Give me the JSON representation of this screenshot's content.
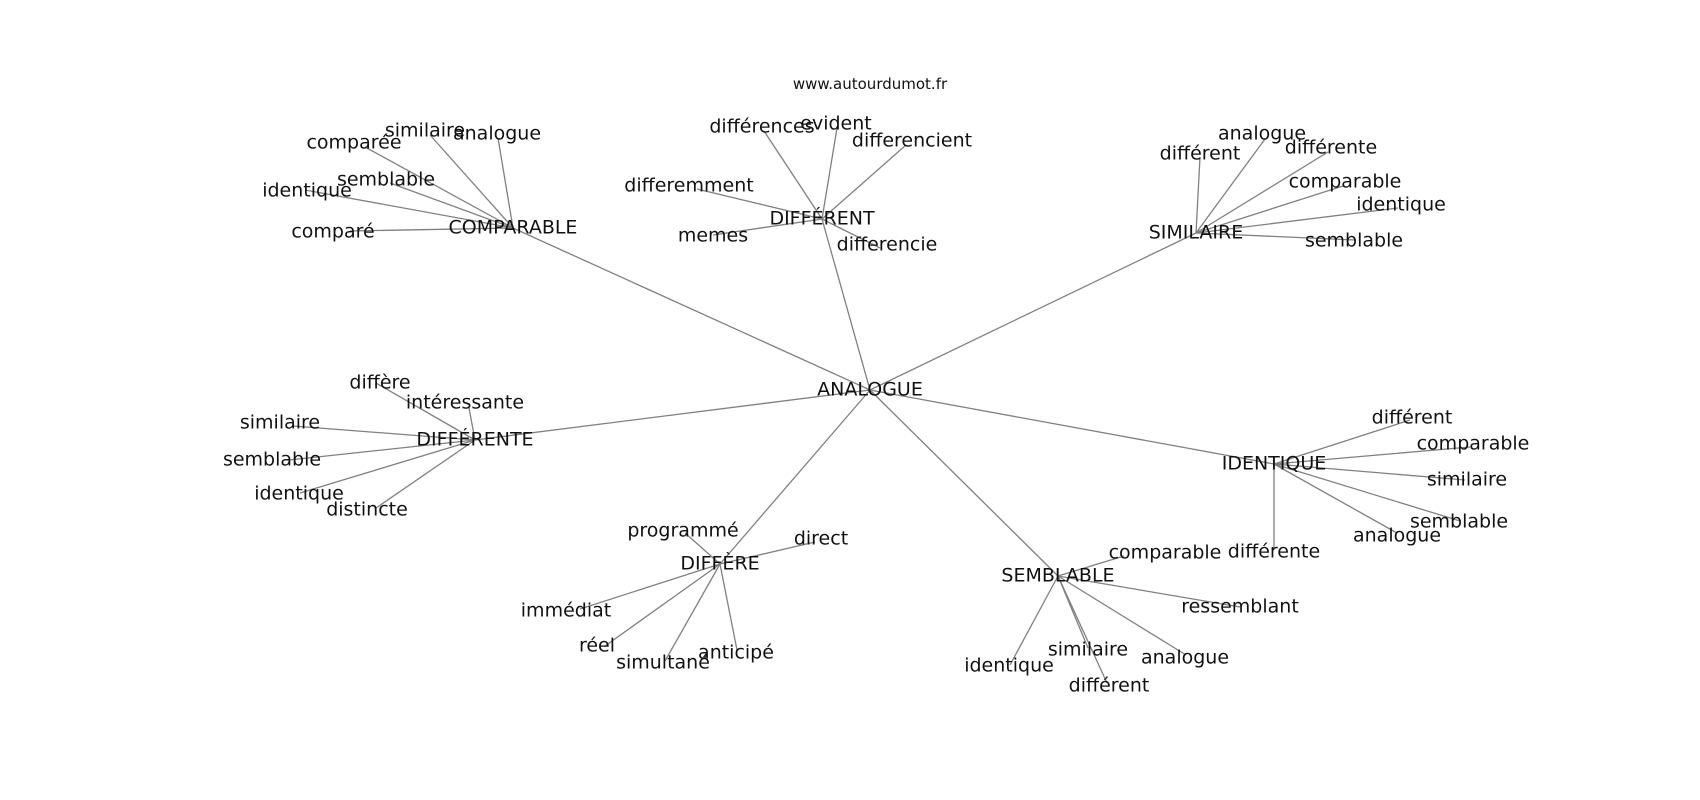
{
  "credit": "www.autourdumot.fr",
  "center": "ANALOGUE",
  "clusters": [
    {
      "hub": "COMPARABLE",
      "leaves": [
        "similaire",
        "analogue",
        "comparée",
        "semblable",
        "identique",
        "comparé"
      ]
    },
    {
      "hub": "DIFFÉRENT",
      "leaves": [
        "différences",
        "evident",
        "differencient",
        "differemment",
        "memes",
        "differencie"
      ]
    },
    {
      "hub": "SIMILAIRE",
      "leaves": [
        "analogue",
        "différent",
        "différente",
        "comparable",
        "identique",
        "semblable"
      ]
    },
    {
      "hub": "DIFFÉRENTE",
      "leaves": [
        "diffère",
        "intéressante",
        "similaire",
        "semblable",
        "identique",
        "distincte"
      ]
    },
    {
      "hub": "IDENTIQUE",
      "leaves": [
        "différent",
        "comparable",
        "similaire",
        "semblable",
        "analogue",
        "différente"
      ]
    },
    {
      "hub": "DIFFÈRE",
      "leaves": [
        "programmé",
        "direct",
        "immédiat",
        "réel",
        "simultané",
        "anticipé"
      ]
    },
    {
      "hub": "SEMBLABLE",
      "leaves": [
        "comparable",
        "ressemblant",
        "identique",
        "similaire",
        "analogue",
        "différent"
      ]
    }
  ]
}
